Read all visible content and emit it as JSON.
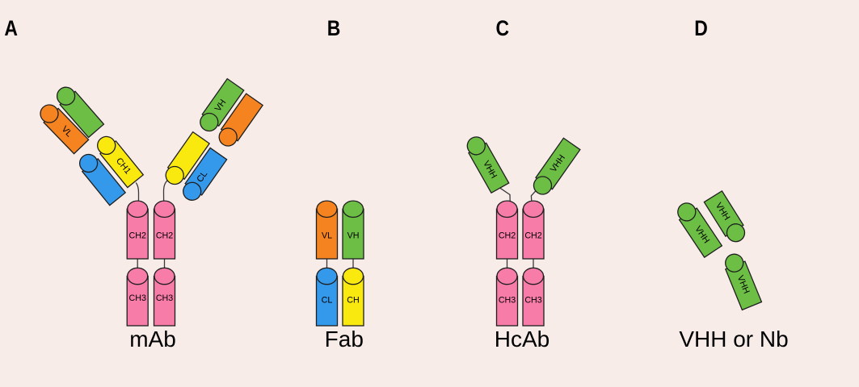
{
  "figure": {
    "background": "#F8ECE9",
    "outline": "#1F1F1F",
    "connector_color": "#3A3A3A",
    "text_color": "#000000"
  },
  "colors": {
    "pink": "#F87CA8",
    "orange": "#F5831F",
    "green": "#6CBE45",
    "yellow": "#FAE90F",
    "blue": "#3498EB"
  },
  "panels": {
    "a": {
      "letter": "A",
      "caption": "mAb",
      "labels": {
        "vl": "VL",
        "ch1": "CH1",
        "vh": "VH",
        "cl": "CL",
        "ch2_left": "CH2",
        "ch2_right": "CH2",
        "ch3_left": "CH3",
        "ch3_right": "CH3"
      }
    },
    "b": {
      "letter": "B",
      "caption": "Fab",
      "labels": {
        "vl": "VL",
        "vh": "VH",
        "cl": "CL",
        "ch": "CH"
      }
    },
    "c": {
      "letter": "C",
      "caption": "HcAb",
      "labels": {
        "vhh_left": "VHH",
        "vhh_right": "VHH",
        "ch2_left": "CH2",
        "ch2_right": "CH2",
        "ch3_left": "CH3",
        "ch3_right": "CH3"
      }
    },
    "d": {
      "letter": "D",
      "caption": "VHH or Nb",
      "labels": {
        "vhh_1": "VHH",
        "vhh_2": "VHH",
        "vhh_3": "VHH"
      }
    }
  }
}
